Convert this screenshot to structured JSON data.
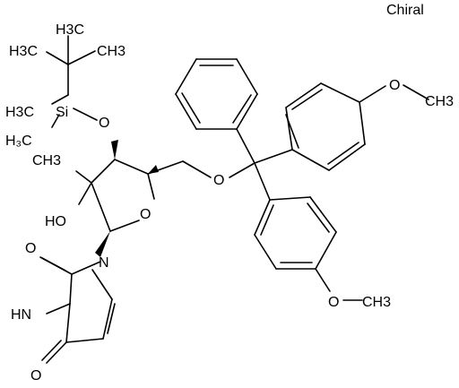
{
  "annotation": "Chiral",
  "atoms": {
    "ome_top_o": "O",
    "ome_top_ch3": "CH3",
    "ome_bot_o": "O",
    "ome_bot_ch3": "CH3",
    "tbs_h3c_top": "H3C",
    "tbs_ch3_top": "CH3",
    "tbs_h3c_mid": "H3C",
    "si": "Si",
    "si_o": "O",
    "tbs_h3c_bot": "H3C",
    "trityl_o": "O",
    "methyl_c2": "CH3",
    "ho": "HO",
    "ring_o": "O",
    "n1": "N",
    "o_top": "O",
    "nh": "HN",
    "o_bot": "O"
  }
}
